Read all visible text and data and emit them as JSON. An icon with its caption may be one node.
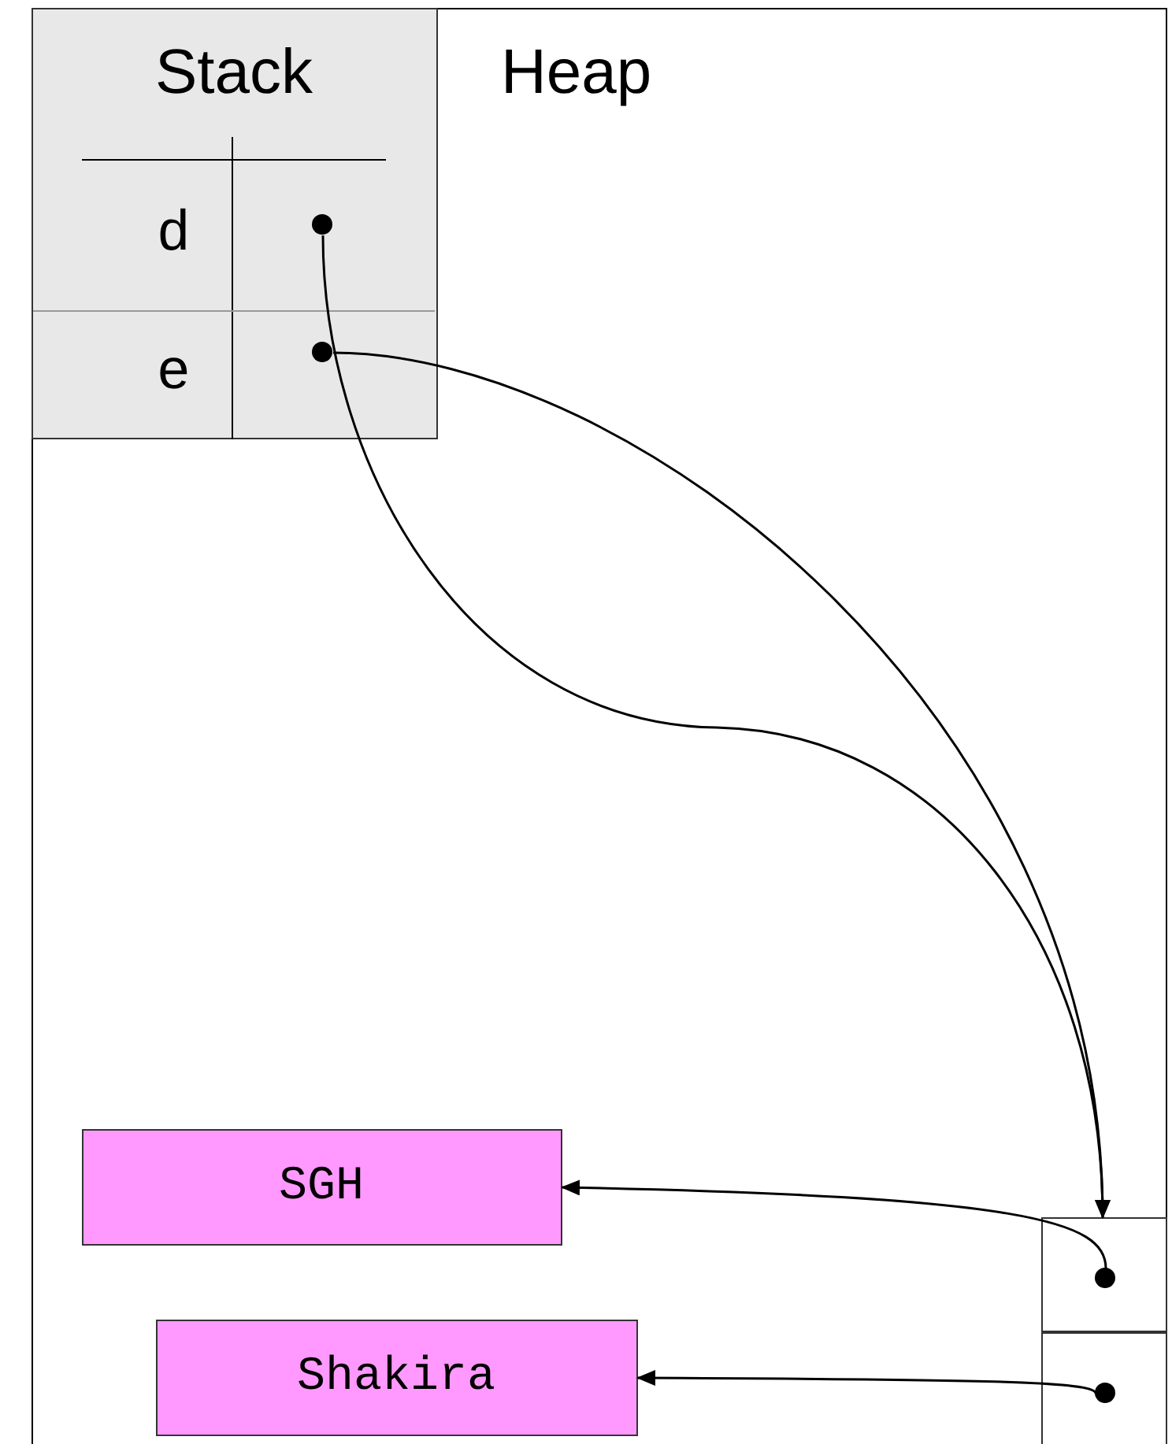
{
  "diagram": {
    "nodes": [
      {
        "text": [
          "Heap"
        ]
      },
      {
        "text": [
          "Stack"
        ],
        "in": 0
      },
      {
        "text": [
          "d"
        ],
        "in": 1
      },
      {
        "text": [],
        "shape": "circle",
        "in": 1
      },
      {
        "text": [
          "e"
        ],
        "in": 1
      },
      {
        "text": [],
        "shape": "circle",
        "in": 1
      },
      {
        "text": [
          "SGH"
        ],
        "in": 0
      },
      {
        "text": [
          "Shakira"
        ],
        "in": 0
      },
      {
        "text": [],
        "shape": "box",
        "in": 0
      },
      {
        "text": [],
        "shape": "circle",
        "in": 8
      },
      {
        "text": [],
        "shape": "circle",
        "in": 8
      }
    ],
    "edges": [
      {
        "from": 3,
        "to": 8,
        "arrow": "to"
      },
      {
        "from": 5,
        "to": 8,
        "arrow": "to"
      },
      {
        "from": 9,
        "to": 6,
        "arrow": "to"
      },
      {
        "from": 10,
        "to": 7,
        "arrow": "to"
      }
    ]
  }
}
